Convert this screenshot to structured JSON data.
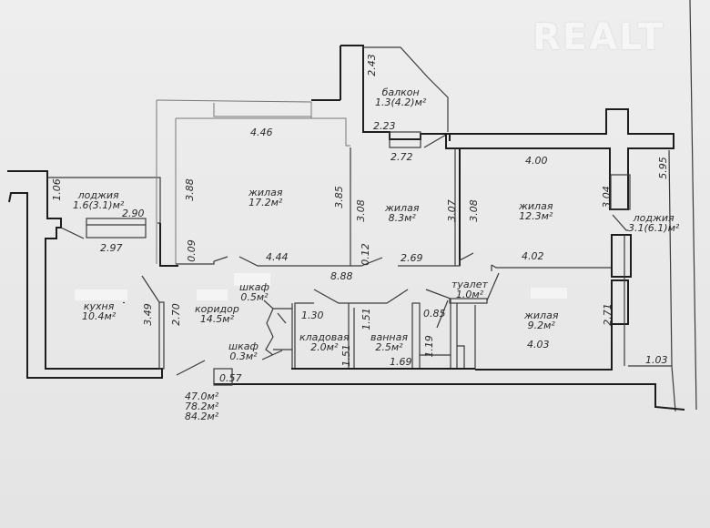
{
  "watermark": "REALT",
  "rooms": [
    {
      "id": "balcony",
      "name": "балкон",
      "area": "1.3(4.2)м²"
    },
    {
      "id": "loggia-left",
      "name": "лоджия",
      "area": "1.6(3.1)м²"
    },
    {
      "id": "living-17",
      "name": "жилая",
      "area": "17.2м²"
    },
    {
      "id": "living-8",
      "name": "жилая",
      "area": "8.3м²"
    },
    {
      "id": "living-12",
      "name": "жилая",
      "area": "12.3м²"
    },
    {
      "id": "loggia-right",
      "name": "лоджия",
      "area": "3.1(6.1)м²"
    },
    {
      "id": "kitchen",
      "name": "кухня",
      "area": "10.4м²"
    },
    {
      "id": "corridor",
      "name": "коридор",
      "area": "14.5м²"
    },
    {
      "id": "closet-1",
      "name": "шкаф",
      "area": "0.5м²"
    },
    {
      "id": "closet-2",
      "name": "шкаф",
      "area": "0.3м²"
    },
    {
      "id": "storage",
      "name": "кладовая",
      "area": "2.0м²"
    },
    {
      "id": "bathroom",
      "name": "ванная",
      "area": "2.5м²"
    },
    {
      "id": "toilet",
      "name": "туалет",
      "area": "1.0м²"
    },
    {
      "id": "living-9",
      "name": "жилая",
      "area": "9.2м²"
    }
  ],
  "dimensions": {
    "balcony_side": "2.43",
    "balcony_bottom": "2.23",
    "living17_top": "4.46",
    "living17_left": "3.88",
    "living17_right": "3.85",
    "living17_bottom": "4.44",
    "living17_stub": "0.09",
    "living8_top": "2.72",
    "living8_left": "3.08",
    "living8_right": "3.07",
    "living8_bottom": "2.69",
    "living8_stub": "0.12",
    "living12_top": "4.00",
    "living12_left": "3.08",
    "living12_right": "3.04",
    "living12_bottom": "4.02",
    "loggia_right_len": "5.95",
    "loggia_right_width": "1.03",
    "loggia_left_side": "1.06",
    "loggia_left_len": "2.90",
    "kitchen_top": "2.97",
    "kitchen_side": "3.49",
    "corridor_side": "2.70",
    "corridor_len": "8.88",
    "storage_width": "1.30",
    "storage_side": "1.51",
    "bathroom_side": "1.51",
    "bathroom_bottom": "1.69",
    "toilet_width": "0.85",
    "toilet_side": "1.19",
    "living9_side": "2.71",
    "living9_bottom": "4.03",
    "entry_wall": "0.57"
  },
  "totals": [
    "47.0м²",
    "78.2м²",
    "84.2м²"
  ]
}
